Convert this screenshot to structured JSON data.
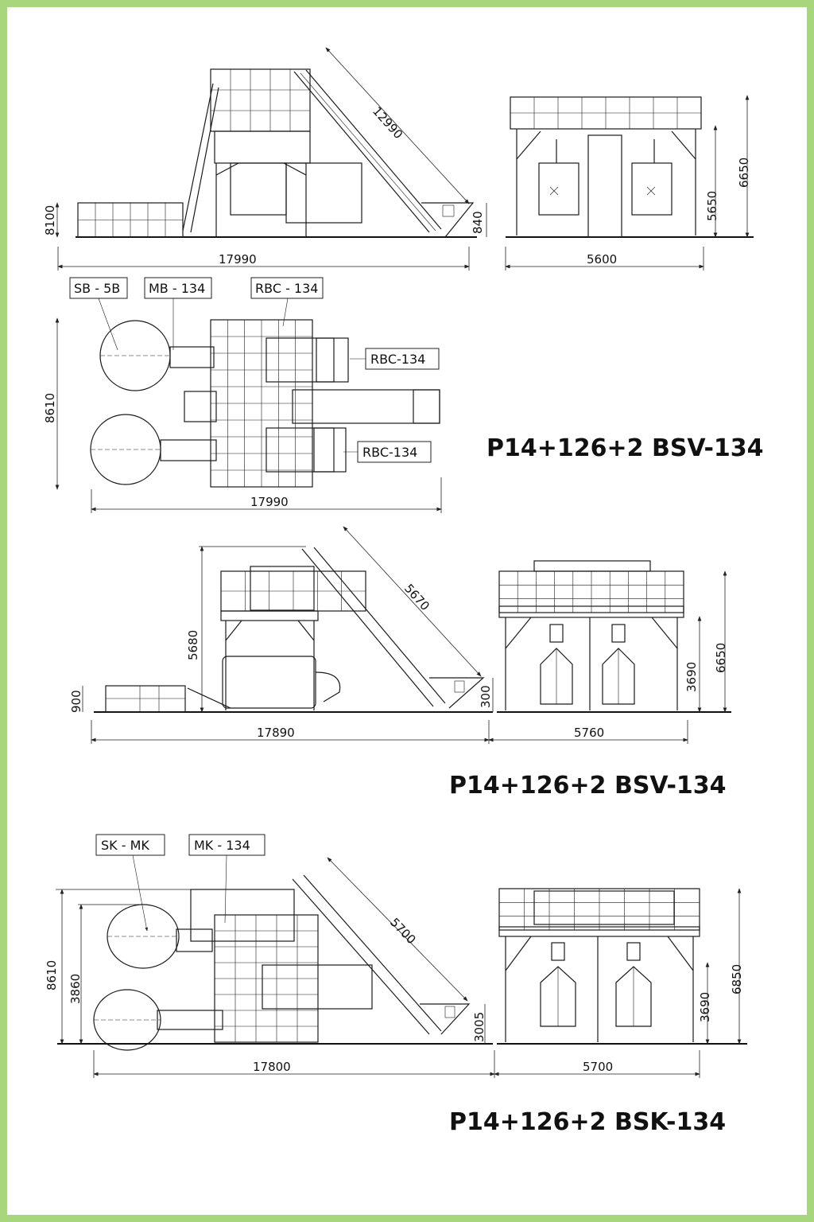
{
  "section1": {
    "dims": {
      "overall_length": "17990",
      "conveyor_length": "12990",
      "left_height": "8100",
      "hopper_height": "840",
      "front_width": "5600",
      "inner_height": "5650",
      "total_height": "6650"
    }
  },
  "section2": {
    "labels": [
      "SB - 5B",
      "MB - 134",
      "RBC - 134",
      "RBC-134",
      "RBC-134"
    ],
    "dims": {
      "width": "8610",
      "length": "17990"
    },
    "title": "P14+126+2 BSV-134"
  },
  "section3": {
    "dims": {
      "overall_length": "17890",
      "conveyor_length": "5670",
      "tower_height": "5680",
      "left_height": "900",
      "hopper_height": "300",
      "front_width": "5760",
      "inner_height": "3690",
      "total_height": "6650"
    },
    "title": "P14+126+2 BSV-134"
  },
  "section4": {
    "labels": [
      "SK - MK",
      "MK - 134"
    ],
    "dims": {
      "overall_length": "17800",
      "conveyor_length": "5700",
      "total_width": "8610",
      "silo_height": "3860",
      "hopper_height": "3005",
      "front_width": "5700",
      "inner_height": "3690",
      "total_height": "6850"
    },
    "title": "P14+126+2 BSK-134"
  },
  "colors": {
    "border": "#a8d67c",
    "ink": "#1a1a1a"
  }
}
